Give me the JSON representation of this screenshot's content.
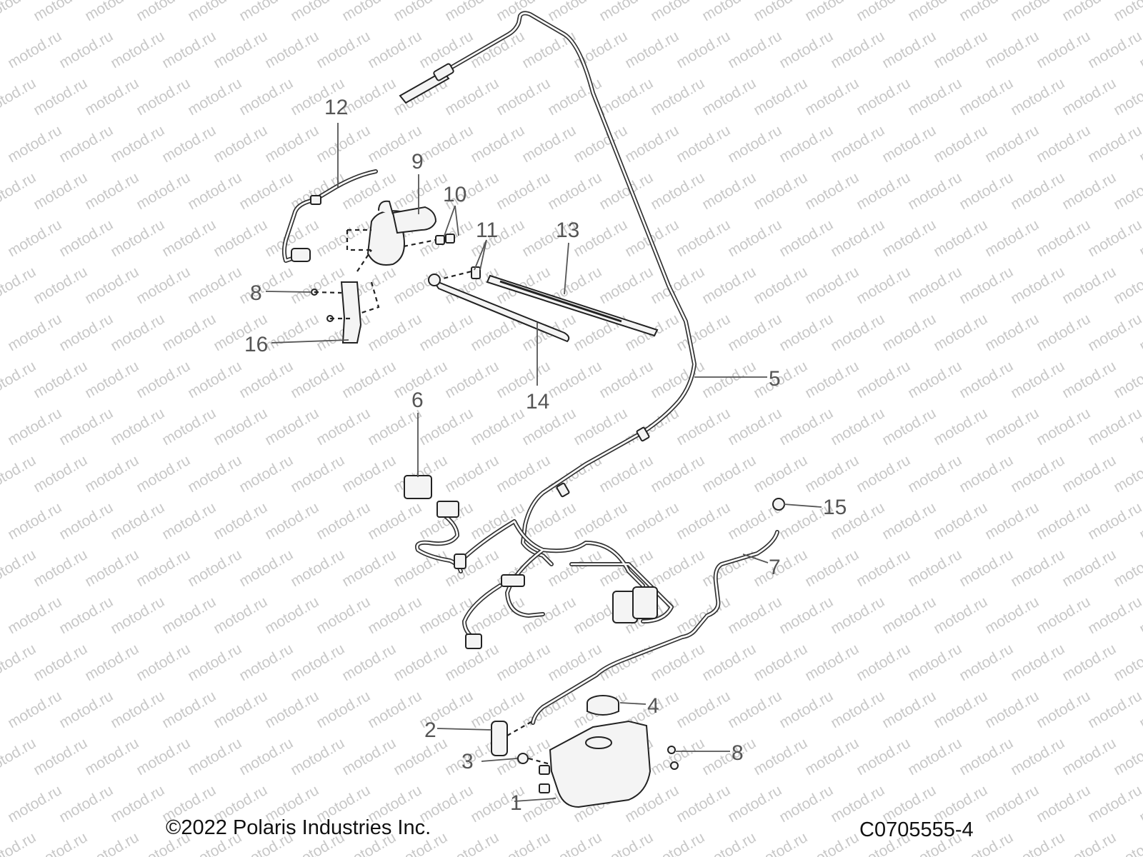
{
  "watermark": {
    "text": "motod.ru"
  },
  "callouts": [
    {
      "id": "c1",
      "label": "1"
    },
    {
      "id": "c2",
      "label": "2"
    },
    {
      "id": "c3",
      "label": "3"
    },
    {
      "id": "c4",
      "label": "4"
    },
    {
      "id": "c5",
      "label": "5"
    },
    {
      "id": "c6",
      "label": "6"
    },
    {
      "id": "c7",
      "label": "7"
    },
    {
      "id": "c8a",
      "label": "8"
    },
    {
      "id": "c8b",
      "label": "8"
    },
    {
      "id": "c9",
      "label": "9"
    },
    {
      "id": "c10",
      "label": "10"
    },
    {
      "id": "c11",
      "label": "11"
    },
    {
      "id": "c12",
      "label": "12"
    },
    {
      "id": "c13",
      "label": "13"
    },
    {
      "id": "c14",
      "label": "14"
    },
    {
      "id": "c15",
      "label": "15"
    },
    {
      "id": "c16",
      "label": "16"
    }
  ],
  "footer": {
    "copyright": "©2022 Polaris Industries Inc.",
    "figure_code": "C0705555-4"
  }
}
